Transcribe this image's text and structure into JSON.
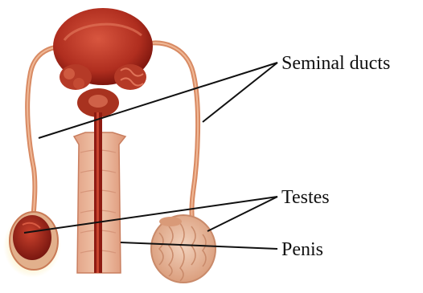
{
  "labels": {
    "seminal_ducts": "Seminal ducts",
    "testes": "Testes",
    "penis": "Penis"
  },
  "colors": {
    "tissue_dark": "#8e1b12",
    "tissue_mid": "#c8442f",
    "tissue_light": "#e9a07c",
    "duct": "#d88a63",
    "testis_fill": "#e7b498",
    "leader_line": "#111111"
  }
}
